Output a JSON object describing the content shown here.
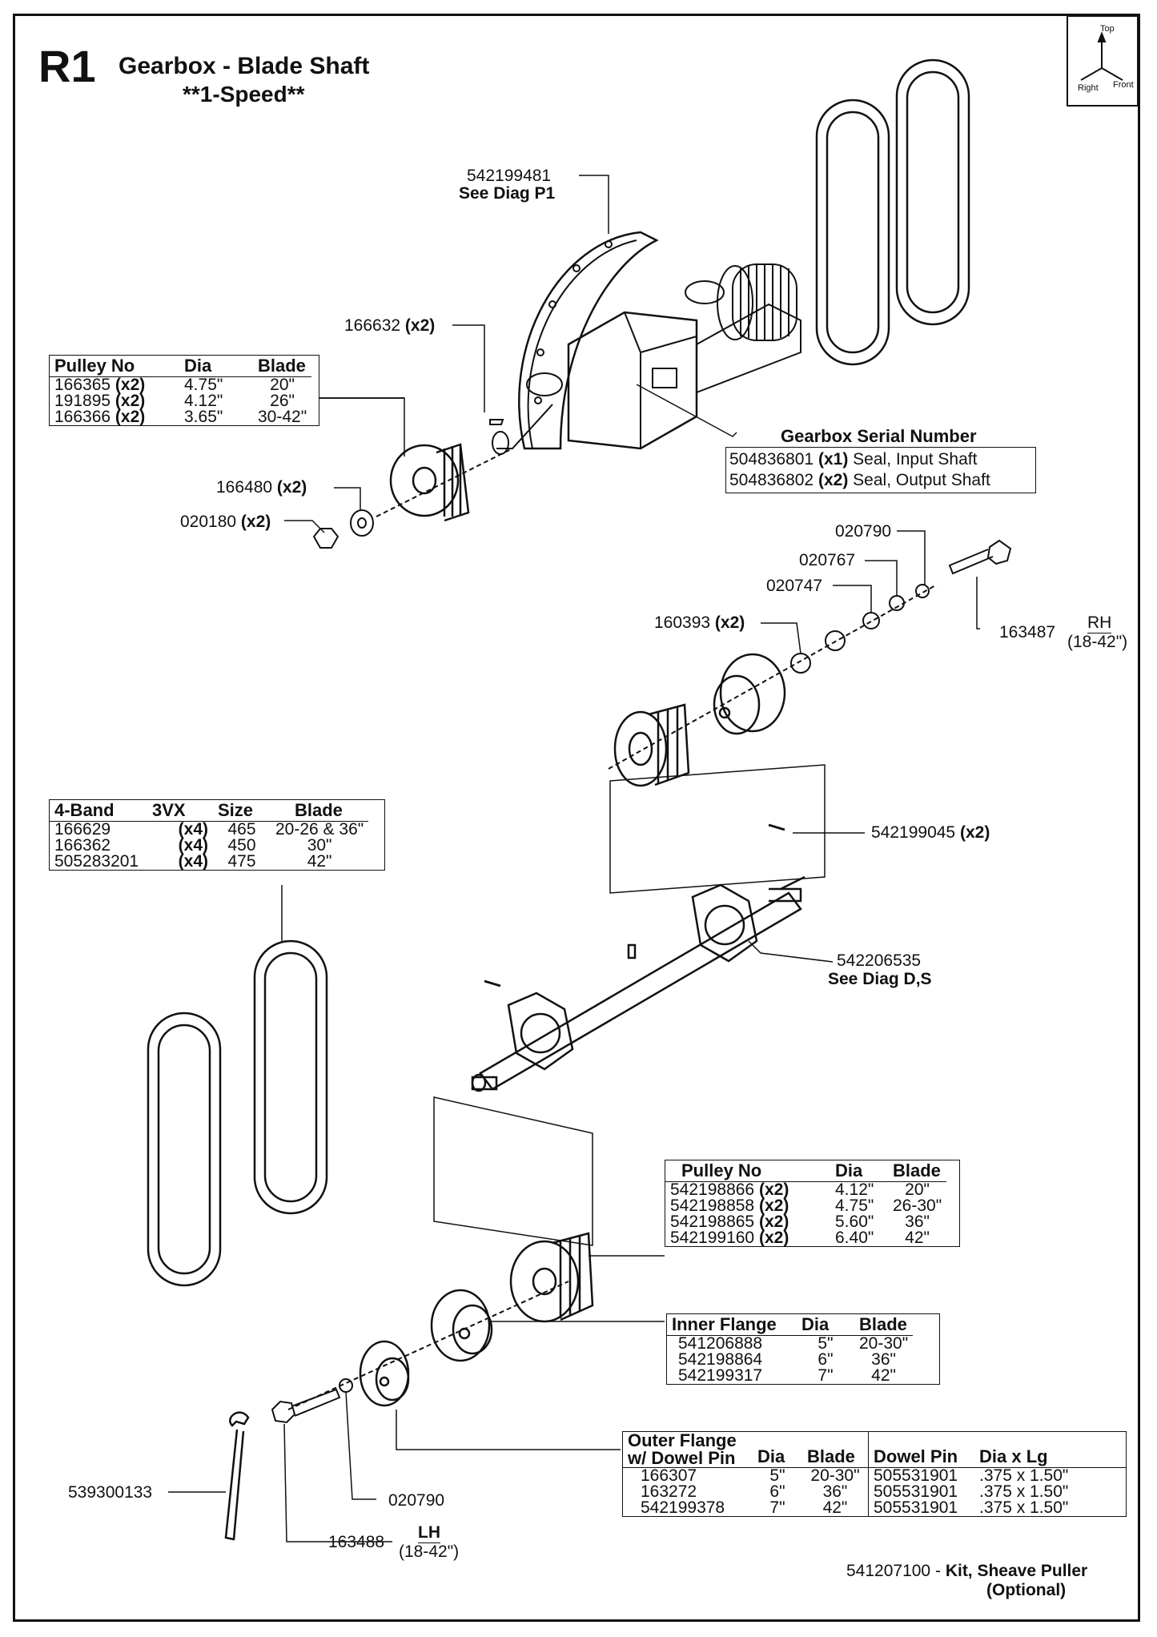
{
  "header": {
    "code": "R1",
    "title": "Gearbox - Blade Shaft",
    "subtitle": "**1-Speed**"
  },
  "orientation": {
    "top": "Top",
    "right": "Right",
    "front": "Front"
  },
  "callouts": {
    "gearbox_part": "542199481",
    "gearbox_ref": "See Diag P1",
    "key_top": "166632",
    "key_top_qty": "(x2)",
    "washer_top": "166480",
    "washer_top_qty": "(x2)",
    "nut_top": "020180",
    "nut_top_qty": "(x2)",
    "serial_title": "Gearbox Serial Number",
    "seal1_part": "504836801",
    "seal1_qty": "(x1)",
    "seal1_desc": "Seal, Input Shaft",
    "seal2_part": "504836802",
    "seal2_qty": "(x2)",
    "seal2_desc": "Seal, Output Shaft",
    "w020790_top": "020790",
    "w020767": "020767",
    "w020747": "020747",
    "w160393": "160393",
    "w160393_qty": "(x2)",
    "bolt_rh": "163487",
    "bolt_rh_side": "RH",
    "bolt_rh_range": "(18-42\")",
    "key_mid": "542199045",
    "key_mid_qty": "(x2)",
    "shaft_part": "542206535",
    "shaft_ref": "See Diag D,S",
    "wrench": "539300133",
    "w020790_bot": "020790",
    "bolt_lh": "163488",
    "bolt_lh_side": "LH",
    "bolt_lh_range": "(18-42\")",
    "kit_part": "541207100",
    "kit_sep": "-",
    "kit_desc": "Kit, Sheave Puller",
    "kit_opt": "(Optional)"
  },
  "tables": {
    "pulley_top": {
      "headers": [
        "Pulley No",
        "Dia",
        "Blade"
      ],
      "rows": [
        {
          "part": "166365",
          "qty": "(x2)",
          "dia": "4.75\"",
          "blade": "20\""
        },
        {
          "part": "191895",
          "qty": "(x2)",
          "dia": "4.12\"",
          "blade": "26\""
        },
        {
          "part": "166366",
          "qty": "(x2)",
          "dia": "3.65\"",
          "blade": "30-42\""
        }
      ]
    },
    "belt": {
      "headers": [
        "4-Band",
        "3VX",
        "Size",
        "Blade"
      ],
      "rows": [
        {
          "part": "166629",
          "qty": "(x4)",
          "size": "465",
          "blade": "20-26 & 36\""
        },
        {
          "part": "166362",
          "qty": "(x4)",
          "size": "450",
          "blade": "30\""
        },
        {
          "part": "505283201",
          "qty": "(x4)",
          "size": "475",
          "blade": "42\""
        }
      ]
    },
    "pulley_bottom": {
      "headers": [
        "Pulley No",
        "Dia",
        "Blade"
      ],
      "rows": [
        {
          "part": "542198866",
          "qty": "(x2)",
          "dia": "4.12\"",
          "blade": "20\""
        },
        {
          "part": "542198858",
          "qty": "(x2)",
          "dia": "4.75\"",
          "blade": "26-30\""
        },
        {
          "part": "542198865",
          "qty": "(x2)",
          "dia": "5.60\"",
          "blade": "36\""
        },
        {
          "part": "542199160",
          "qty": "(x2)",
          "dia": "6.40\"",
          "blade": "42\""
        }
      ]
    },
    "inner_flange": {
      "headers": [
        "Inner Flange",
        "Dia",
        "Blade"
      ],
      "rows": [
        {
          "part": "541206888",
          "dia": "5\"",
          "blade": "20-30\""
        },
        {
          "part": "542198864",
          "dia": "6\"",
          "blade": "36\""
        },
        {
          "part": "542199317",
          "dia": "7\"",
          "blade": "42\""
        }
      ]
    },
    "outer_flange": {
      "headers": [
        "Outer Flange",
        "w/ Dowel Pin",
        "Dia",
        "Blade",
        "Dowel Pin",
        "Dia x Lg"
      ],
      "rows": [
        {
          "part": "166307",
          "dia": "5\"",
          "blade": "20-30\"",
          "pin": "505531901",
          "pin_size": ".375 x 1.50\""
        },
        {
          "part": "163272",
          "dia": "6\"",
          "blade": "36\"",
          "pin": "505531901",
          "pin_size": ".375 x 1.50\""
        },
        {
          "part": "542199378",
          "dia": "7\"",
          "blade": "42\"",
          "pin": "505531901",
          "pin_size": ".375 x 1.50\""
        }
      ]
    }
  }
}
